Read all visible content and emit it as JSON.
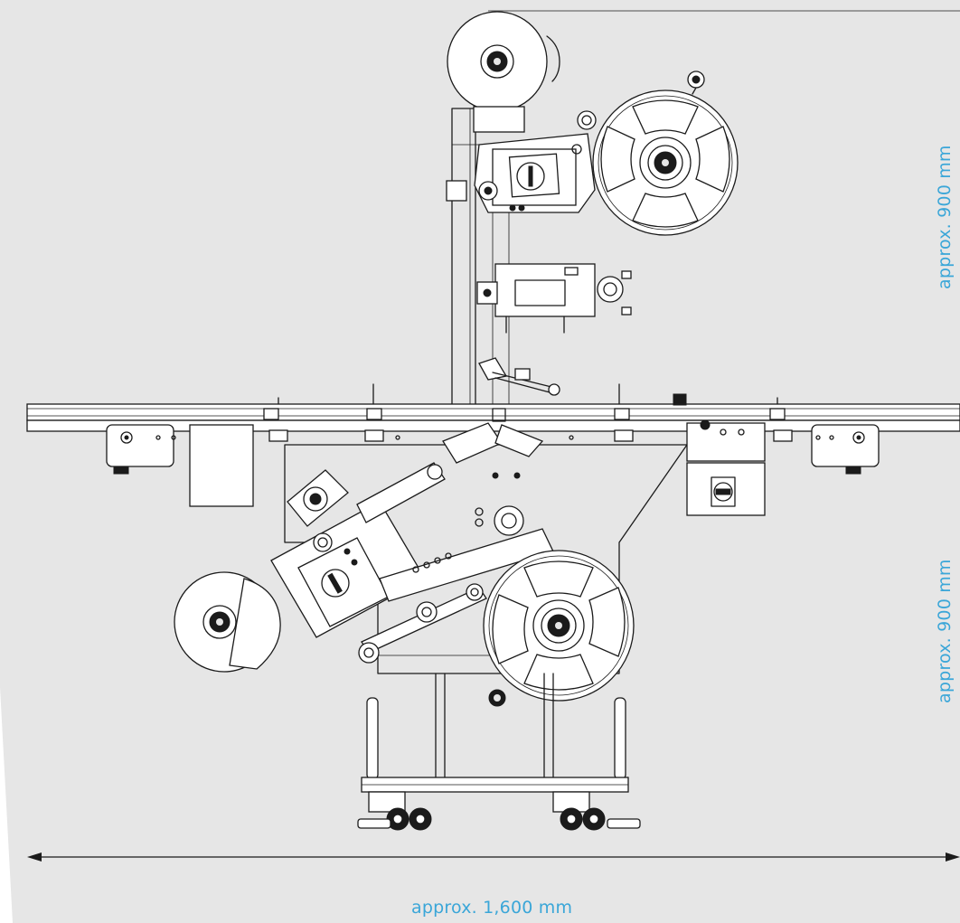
{
  "dimensions": {
    "height_upper": "approx. 900 mm",
    "height_lower": "approx. 900 mm",
    "width": "approx. 1,600 mm"
  },
  "colors": {
    "background": "#e6e6e6",
    "line": "#1b1b1b",
    "dimension_text": "#3aa6d8"
  }
}
